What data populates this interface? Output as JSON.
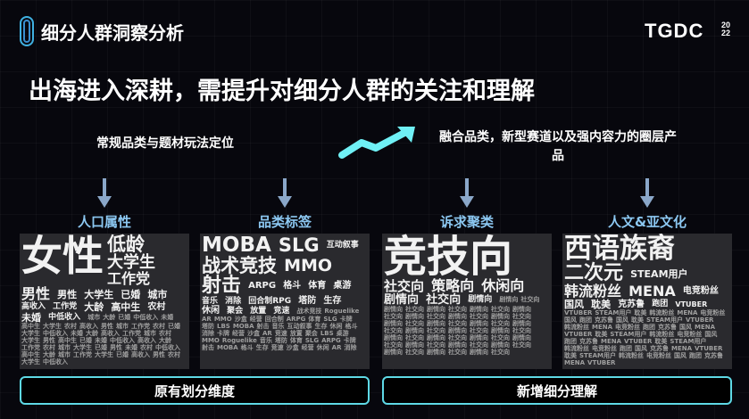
{
  "header": {
    "title": "细分人群洞察分析",
    "brand": "TGDC",
    "brand_year_top": "20",
    "brand_year_bottom": "22"
  },
  "headline": "出海进入深耕，需提升对细分人群的关注和理解",
  "left_desc": "常规品类与题材玩法定位",
  "right_desc": "融合品类，新型赛道以及强内容力的圈层产品",
  "categories": [
    "人口属性",
    "品类标签",
    "诉求聚类",
    "人文&亚文化"
  ],
  "clouds": [
    {
      "major": [
        "女性",
        "低龄",
        "大学生",
        "工作党",
        "男性",
        "男性",
        "大学生",
        "已婚",
        "城市",
        "高收入",
        "工作党",
        "大龄",
        "高中生",
        "农村",
        "未婚",
        "中低收入"
      ],
      "minor": [
        "城市",
        "大龄",
        "已婚",
        "中低收入",
        "未婚",
        "高中生",
        "大学生",
        "农村",
        "高收入",
        "男性",
        "城市",
        "工作党",
        "农村",
        "已婚",
        "大学生",
        "中低收入",
        "未婚",
        "大龄",
        "高收入",
        "工作党",
        "城市",
        "农村",
        "大学生",
        "男性",
        "高中生",
        "已婚",
        "未婚",
        "中低收入",
        "高收入",
        "大龄",
        "工作党",
        "农村",
        "城市",
        "大学生",
        "已婚",
        "男性",
        "未婚",
        "农村",
        "中低收入",
        "高中生",
        "大龄",
        "城市",
        "工作党",
        "大学生",
        "已婚",
        "高收入",
        "男性",
        "农村",
        "大学生",
        "中低收入"
      ]
    },
    {
      "major": [
        "MOBA",
        "SLG",
        "战术竞技",
        "MMO",
        "射击",
        "互动叙事",
        "ARPG",
        "格斗",
        "体育",
        "桌游",
        "音乐",
        "消除",
        "回合制RPG",
        "塔防",
        "生存",
        "休闲",
        "聚会",
        "放置",
        "竞速"
      ],
      "minor": [
        "战术竞技",
        "Roguelike",
        "AR",
        "MMO",
        "沙盒",
        "经营",
        "回合制",
        "ARPG",
        "体育",
        "SLG",
        "卡牌",
        "塔防",
        "LBS",
        "MOBA",
        "射击",
        "音乐",
        "互动叙事",
        "生存",
        "休闲",
        "格斗",
        "消除",
        "卡牌",
        "经营",
        "沙盒",
        "AR",
        "竞速",
        "放置",
        "聚会",
        "LBS",
        "桌游",
        "MMO",
        "Roguelike",
        "音乐",
        "塔防",
        "体育",
        "SLG",
        "ARPG",
        "卡牌",
        "射击",
        "MOBA",
        "格斗",
        "生存",
        "竞速",
        "沙盒",
        "经营",
        "休闲",
        "AR",
        "消除"
      ]
    },
    {
      "major": [
        "竞技向",
        "社交向",
        "策略向",
        "休闲向",
        "剧情向",
        "社交向",
        "剧情向"
      ],
      "minor": [
        "剧情向",
        "社交向",
        "剧情向",
        "社交向",
        "剧情向",
        "社交向",
        "剧情向",
        "社交向",
        "剧情向",
        "社交向",
        "剧情向",
        "社交向",
        "剧情向",
        "社交向",
        "剧情向",
        "社交向",
        "剧情向",
        "社交向",
        "剧情向",
        "社交向",
        "剧情向",
        "社交向",
        "剧情向",
        "社交向",
        "剧情向",
        "社交向",
        "剧情向",
        "社交向",
        "剧情向",
        "社交向",
        "剧情向",
        "社交向",
        "剧情向",
        "社交向",
        "剧情向",
        "社交向",
        "剧情向",
        "社交向",
        "剧情向",
        "社交向",
        "剧情向",
        "社交向",
        "剧情向",
        "社交向",
        "剧情向",
        "社交向",
        "剧情向",
        "社交向",
        "剧情向",
        "社交向"
      ]
    },
    {
      "major": [
        "西语族裔",
        "二次元",
        "STEAM用户",
        "韩流粉丝",
        "MENA",
        "电竞粉丝",
        "国风",
        "耽美",
        "克苏鲁",
        "跑团",
        "VTUBER"
      ],
      "minor": [
        "VTUBER",
        "STEAM用户",
        "耽美",
        "韩流粉丝",
        "MENA",
        "电竞粉丝",
        "国风",
        "跑团",
        "克苏鲁",
        "国风",
        "耽美",
        "STEAM用户",
        "VTUBER",
        "韩流粉丝",
        "MENA",
        "电竞粉丝",
        "跑团",
        "克苏鲁",
        "国风",
        "MENA",
        "VTUBER",
        "耽美",
        "STEAM用户",
        "韩流粉丝",
        "电竞粉丝",
        "国风",
        "跑团",
        "克苏鲁",
        "MENA",
        "VTUBER",
        "耽美",
        "STEAM用户",
        "韩流粉丝",
        "电竞粉丝",
        "跑团",
        "国风",
        "克苏鲁",
        "MENA",
        "VTUBER",
        "耽美",
        "STEAM用户",
        "韩流粉丝",
        "电竞粉丝",
        "国风",
        "跑团",
        "克苏鲁",
        "MENA",
        "VTUBER"
      ]
    }
  ],
  "buttons": {
    "existing": "原有划分维度",
    "new": "新增细分理解"
  },
  "colors": {
    "accent": "#5ed9e6",
    "category": "#8cc8f2",
    "arrow": "#6ff0f5",
    "down_arrow": "#8aa7c9"
  }
}
